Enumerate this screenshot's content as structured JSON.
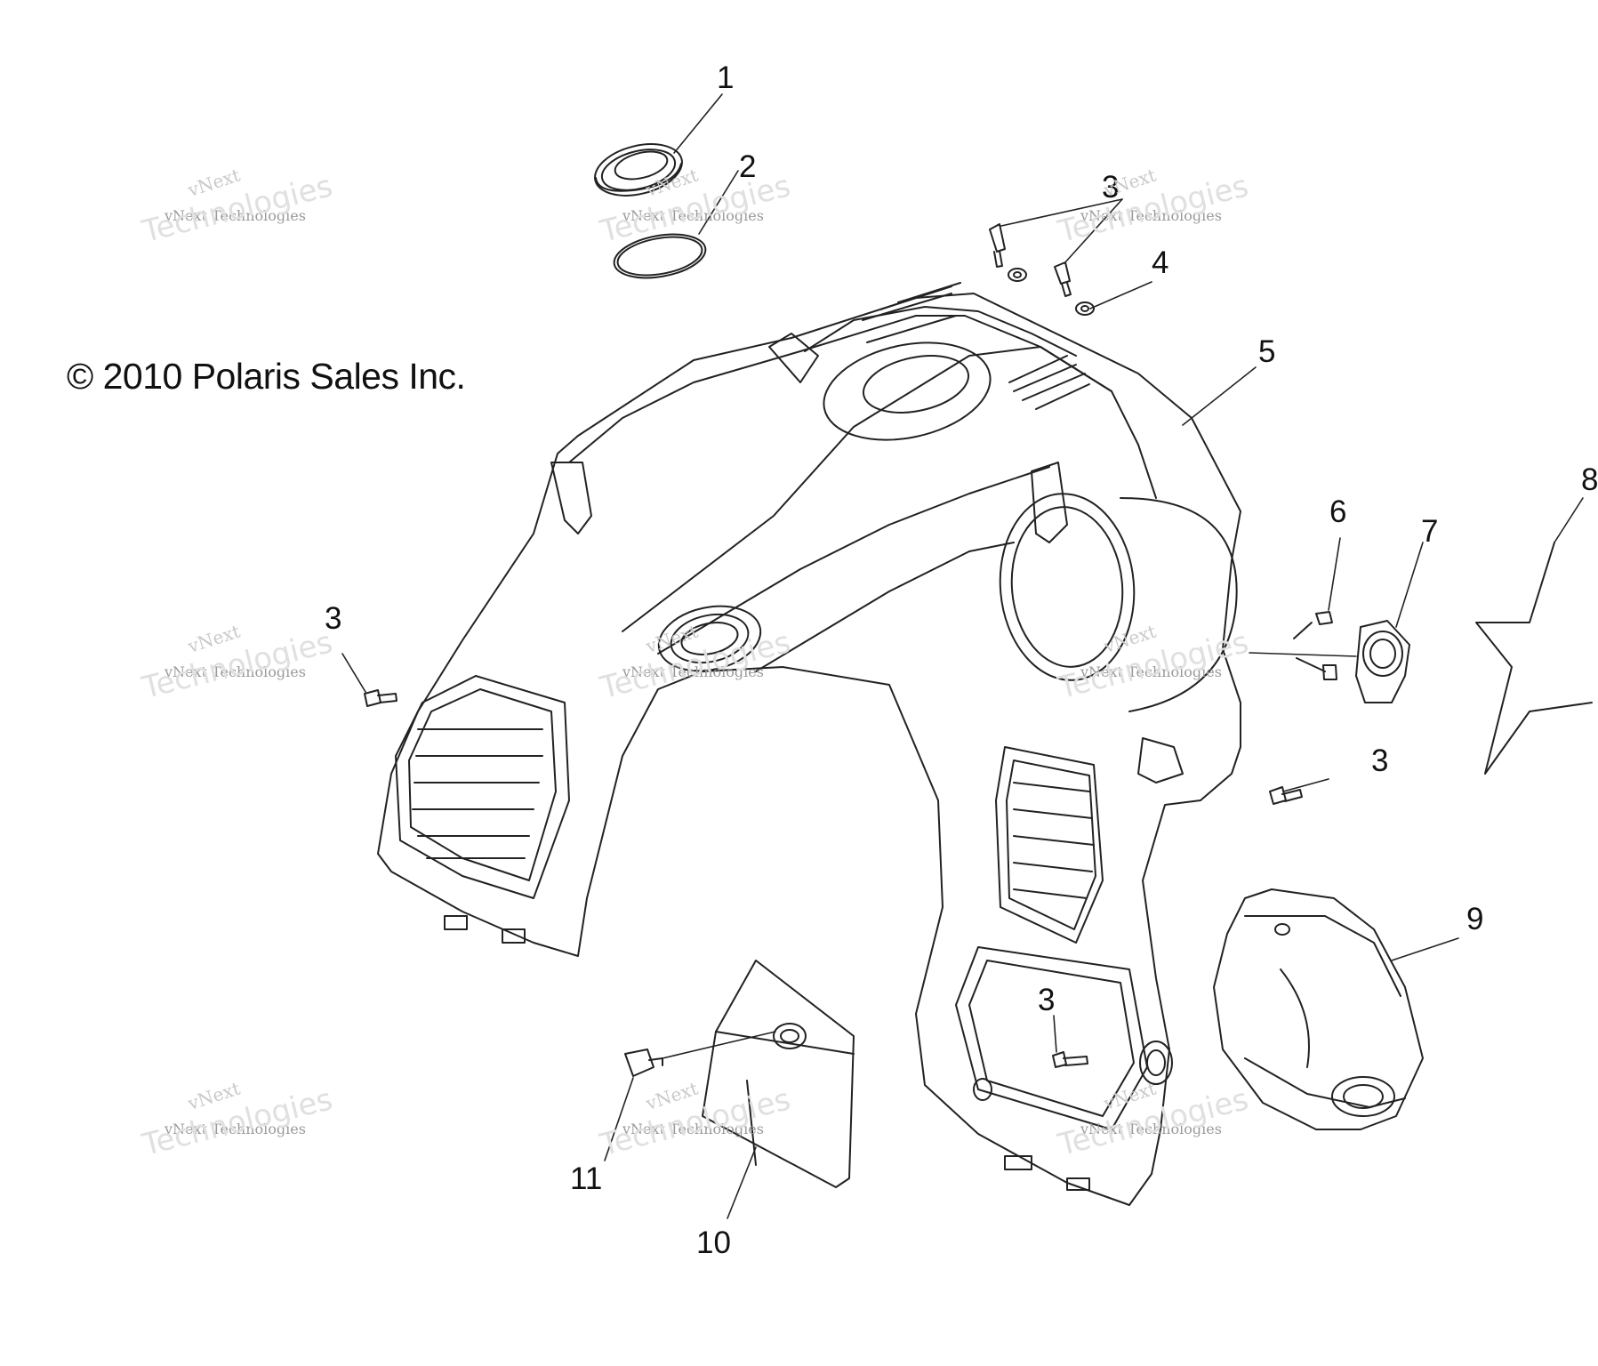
{
  "copyright": "© 2010 Polaris Sales Inc.",
  "watermark": {
    "line1": "vNext",
    "line2": "vNext Technologies",
    "line3": "Technologies"
  },
  "callouts": [
    {
      "id": "c1",
      "label": "1"
    },
    {
      "id": "c2",
      "label": "2"
    },
    {
      "id": "c3a",
      "label": "3"
    },
    {
      "id": "c4",
      "label": "4"
    },
    {
      "id": "c5",
      "label": "5"
    },
    {
      "id": "c3b",
      "label": "3"
    },
    {
      "id": "c6",
      "label": "6"
    },
    {
      "id": "c7",
      "label": "7"
    },
    {
      "id": "c8",
      "label": "8"
    },
    {
      "id": "c3c",
      "label": "3"
    },
    {
      "id": "c9",
      "label": "9"
    },
    {
      "id": "c3d",
      "label": "3"
    },
    {
      "id": "c11",
      "label": "11"
    },
    {
      "id": "c10",
      "label": "10"
    }
  ],
  "colors": {
    "line": "#222222",
    "ink": "#111111",
    "watermark": "#c9c9c9"
  }
}
